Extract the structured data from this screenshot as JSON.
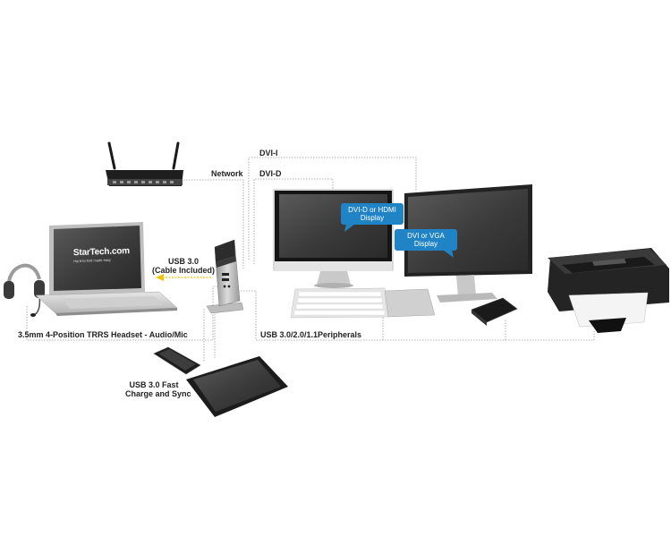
{
  "labels": {
    "dvi_i": "DVI-I",
    "dvi_d": "DVI-D",
    "network": "Network",
    "usb3_cable_line1": "USB 3.0",
    "usb3_cable_line2": "(Cable Included)",
    "headset": "3.5mm 4-Position TRRS Headset - Audio/Mic",
    "usb_peripherals": "USB 3.0/2.0/1.1Peripherals",
    "fast_charge_line1": "USB 3.0 Fast",
    "fast_charge_line2": "Charge and Sync"
  },
  "bubbles": {
    "display_left_line1": "DVI-D or HDMI",
    "display_left_line2": "Display",
    "display_right_line1": "DVI or VGA",
    "display_right_line2": "Display"
  },
  "brand": {
    "name": "StarTech.com",
    "tagline": "Hard-to-find made easy"
  },
  "colors": {
    "accent_blue": "#1f83c6",
    "usb_arrow": "#f2c300",
    "cable_line": "#9a9a9a"
  }
}
